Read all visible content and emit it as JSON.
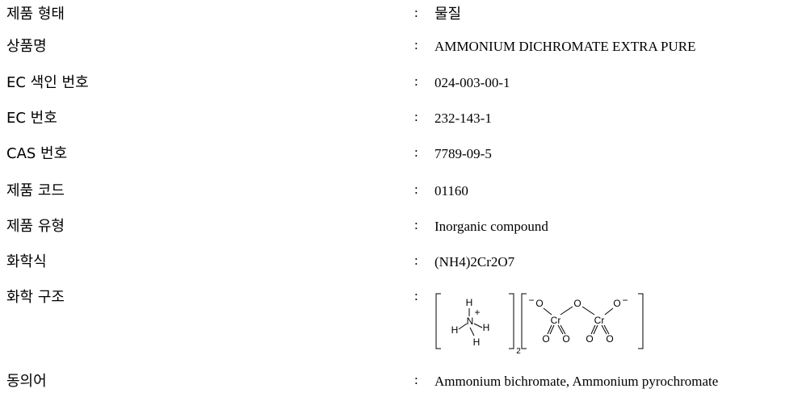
{
  "rows": [
    {
      "label": "제품 형태",
      "colon": ":",
      "value": "물질"
    },
    {
      "label": "상품명",
      "colon": ":",
      "value": "AMMONIUM DICHROMATE EXTRA PURE"
    },
    {
      "label": "EC 색인 번호",
      "colon": ":",
      "value": "024-003-00-1"
    },
    {
      "label": "EC 번호",
      "colon": ":",
      "value": "232-143-1"
    },
    {
      "label": "CAS 번호",
      "colon": ":",
      "value": "7789-09-5"
    },
    {
      "label": "제품 코드",
      "colon": ":",
      "value": "01160"
    },
    {
      "label": "제품 유형",
      "colon": ":",
      "value": "Inorganic compound"
    },
    {
      "label": "화학식",
      "colon": ":",
      "value": "(NH4)2Cr2O7"
    },
    {
      "label": "화학 구조",
      "colon": ":"
    },
    {
      "label": "동의어",
      "colon": ":",
      "value": "Ammonium bichromate, Ammonium pyrochromate"
    }
  ],
  "structure": {
    "ammonium": {
      "H": "H",
      "N": "N",
      "plus": "+",
      "subscript": "2"
    },
    "dichromate": {
      "Cr": "Cr",
      "O": "O",
      "minus": "−"
    }
  }
}
